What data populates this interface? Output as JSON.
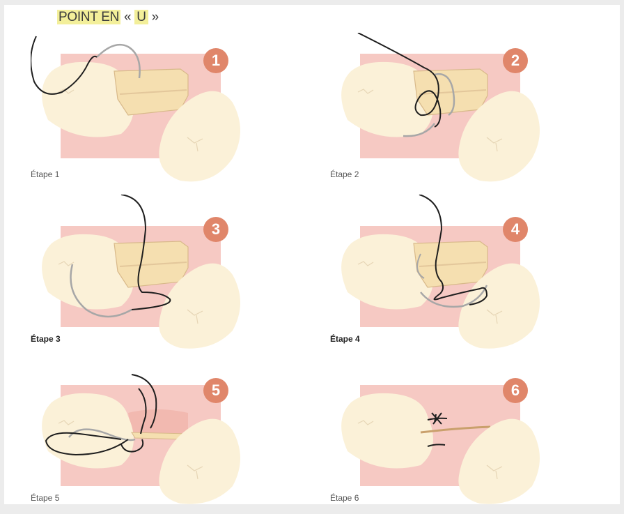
{
  "title": {
    "prefix": "POINT EN",
    "open_quote": "«",
    "letter": "U",
    "close_quote": "»"
  },
  "steps": [
    {
      "number": "1",
      "label": "Étape 1"
    },
    {
      "number": "2",
      "label": "Étape 2"
    },
    {
      "number": "3",
      "label": "Étape 3"
    },
    {
      "number": "4",
      "label": "Étape 4"
    },
    {
      "number": "5",
      "label": "Étape 5"
    },
    {
      "number": "6",
      "label": "Étape 6"
    }
  ],
  "colors": {
    "gum": "#f6c9c3",
    "tooth": "#fbf1d8",
    "flap": "#f5dfb0",
    "badge": "#e0866a",
    "thread": "#1e1e1e",
    "needle": "#a7a7a7",
    "title_highlight": "#f3ef9a"
  }
}
